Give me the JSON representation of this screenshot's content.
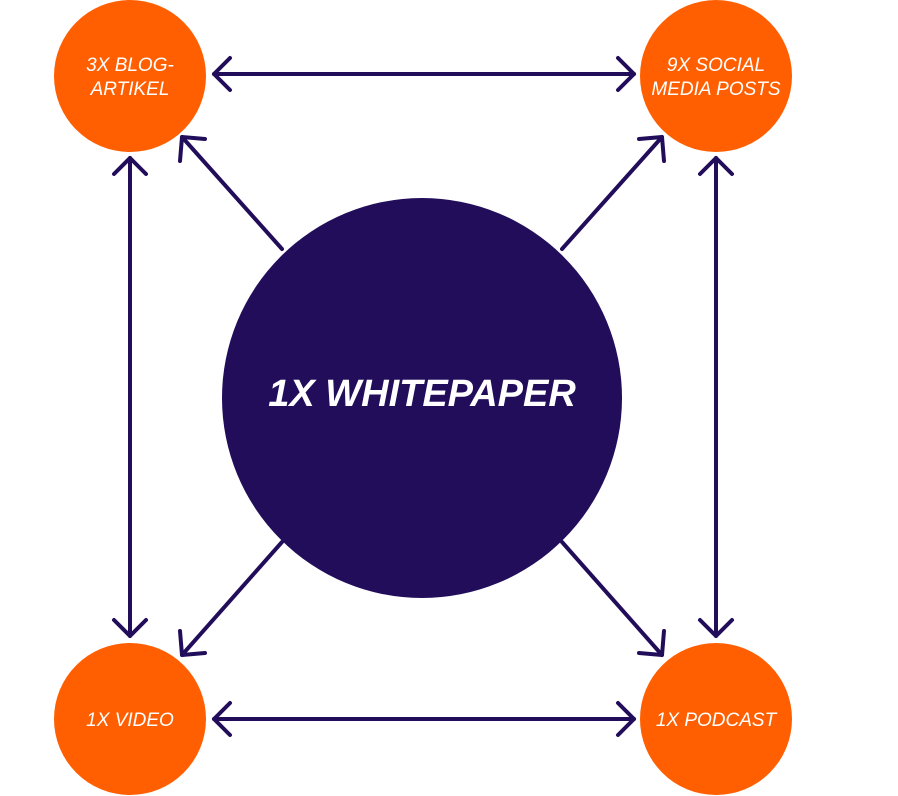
{
  "colors": {
    "center": "#220d5b",
    "outer": "#ff5f00",
    "arrow": "#220d5b",
    "text": "#ffffff"
  },
  "center": {
    "label": "1X WHITEPAPER"
  },
  "nodes": {
    "blog": {
      "line1": "3X BLOG-",
      "line2": "ARTIKEL"
    },
    "social": {
      "line1": "9X SOCIAL",
      "line2": "MEDIA POSTS"
    },
    "video": {
      "label": "1X VIDEO"
    },
    "podcast": {
      "label": "1X PODCAST"
    }
  }
}
